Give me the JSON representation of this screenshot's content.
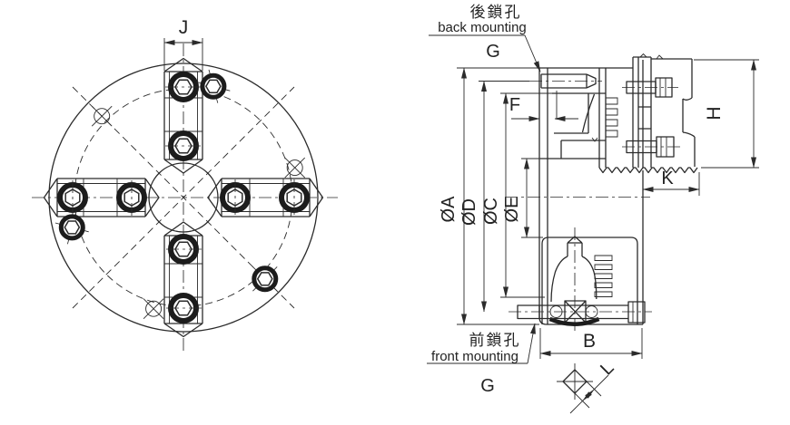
{
  "drawing": {
    "type": "engineering-drawing",
    "subject": "4-jaw independent lathe chuck, front view and cross-section",
    "colors": {
      "line": "#2b2b2b",
      "background": "#ffffff"
    },
    "front_view": {
      "dim_j": "J"
    },
    "section_view": {
      "dia_a": "ØA",
      "dia_d": "ØD",
      "dia_c": "ØC",
      "dia_e": "ØE",
      "dim_f": "F",
      "dim_h": "H",
      "dim_k": "K",
      "dim_b": "B",
      "dim_l": "L",
      "thread_top": "G",
      "thread_bottom": "G"
    },
    "callouts": {
      "back_mounting_cjk": "後鎖孔",
      "back_mounting_en": "back mounting",
      "front_mounting_cjk": "前鎖孔",
      "front_mounting_en": "front mounting"
    }
  }
}
